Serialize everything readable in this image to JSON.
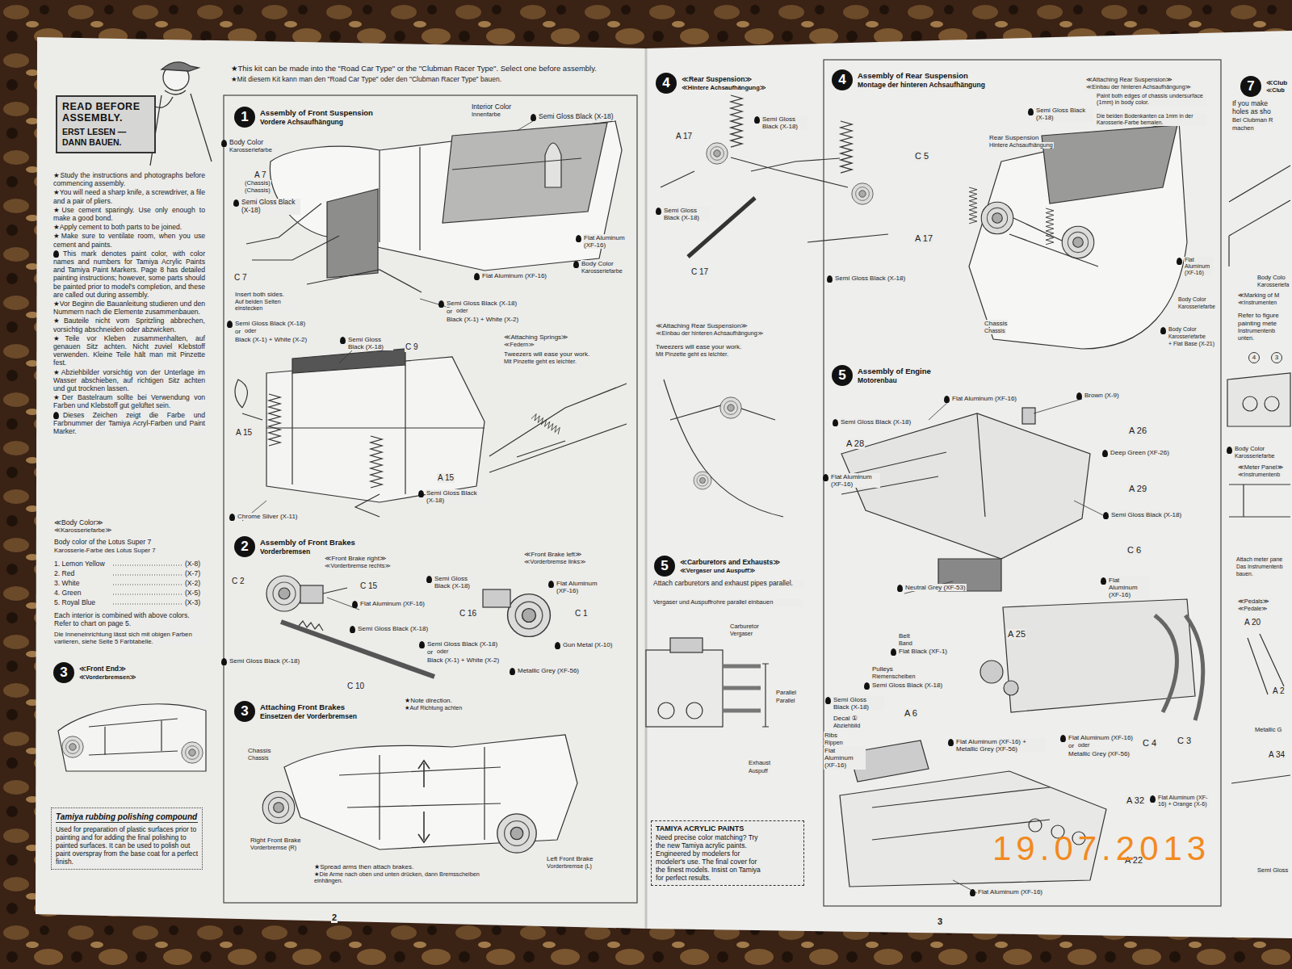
{
  "diagram": {
    "nodes": [
      {
        "text": [
          "READ BEFORE ASSEMBLY.",
          "ERST LESEN — DANN BAUEN."
        ]
      },
      {
        "text": [
          "3",
          "≪Front End≫",
          "≪Vorderbremsen≫"
        ]
      },
      {
        "text": [
          "Tamiya rubbing polishing compound",
          "Used for preparation of plastic surfaces prior to painting and for adding the final polishing to painted surfaces. It can be used to polish out paint overspray from the base coat for a perfect finish."
        ]
      },
      {
        "text": [
          "1",
          "Assembly of Front Suspension",
          "Vordere Achsaufhängung"
        ]
      },
      {
        "text": [
          "2",
          "Assembly of Front Brakes",
          "Vorderbremsen"
        ]
      },
      {
        "text": [
          "3",
          "Attaching Front Brakes",
          "Einsetzen der Vorderbremsen"
        ]
      },
      {
        "text": [
          "4",
          "≪Rear Suspension≫",
          "≪Hintere Achsaufhängung≫"
        ]
      },
      {
        "text": [
          "5",
          "≪Carburetors and Exhausts≫",
          "≪Vergaser und Auspuff≫"
        ]
      },
      {
        "text": [
          "TAMIYA ACRYLIC PAINTS",
          "Need precise color matching? Try the new Tamiya acrylic paints. Engineered by modelers for modeler's use. The final cover for the finest models. Insist on Tamiya for perfect results."
        ]
      },
      {
        "text": [
          "4",
          "Assembly of Rear Suspension",
          "Montage der hinteren Achsaufhängung"
        ]
      },
      {
        "text": [
          "5",
          "Assembly of Engine",
          "Motorenbau"
        ]
      },
      {
        "text": [
          "7",
          "≪Club",
          "≪Club"
        ]
      }
    ],
    "labels": [
      "★This kit can be made into the \"Road Car Type\" or the \"Clubman Racer Type\". Select one before assembly.",
      "★Mit diesem Kit kann man den \"Road Car Type\" oder den \"Clubman Racer Type\" bauen.",
      "★Study the instructions and photographs before commencing assembly.",
      "★You will need a sharp knife, a screwdriver, a file and a pair of pliers.",
      "★Use cement sparingly. Use only enough to make a good bond.",
      "★Apply cement to both parts to be joined.",
      "★Make sure to ventilate room, when you use cement and paints.",
      "This mark denotes paint color, with color names and numbers for Tamiya Acrylic Paints and Tamiya Paint Markers. Page 8 has detailed painting instructions; however, some parts should be painted prior to model's completion, and these are called out during assembly.",
      "★Vor Beginn die Bauanleitung studieren und den Nummern nach die Elemente zusammenbauen.",
      "★Bauteile nicht vom Spritzling abbrechen, vorsichtig abschneiden oder abzwicken.",
      "★Teile vor Kleben zusammenhalten, auf genauen Sitz achten. Nicht zuviel Klebstoff verwenden. Kleine Teile hält man mit Pinzette fest.",
      "★Abziehbilder vorsichtig von der Unterlage im Wasser abschieben, auf richtigen Sitz achten und gut trocknen lassen.",
      "★Der Bastelraum sollte bei Verwendung von Farben und Klebstoff gut gelüftet sein.",
      "Dieses Zeichen zeigt die Farbe und Farbnummer der Tamiya Acryl-Farben und Paint Marker.",
      "≪Body Color≫",
      "≪Karosseriefarbe≫",
      "Body color of the Lotus Super 7",
      "Karosserie-Farbe des Lotus Super 7",
      "1. Lemon Yellow",
      "(X-8)",
      "2. Red",
      "(X-7)",
      "3. White",
      "(X-2)",
      "4. Green",
      "(X-5)",
      "5. Royal Blue",
      "(X-3)",
      "Each interior is combined with above colors. Refer to chart on page 5.",
      "Die Inneneinrichtung lässt sich mit obigen Farben variieren, siehe Seite 5 Farbtabelle.",
      "Interior Color",
      "Innenfarbe",
      "Semi Gloss Black (X-18)",
      "Body Color",
      "Karosseriefarbe",
      "A 7",
      "(Chassis)",
      "(Chassis)",
      "Semi Gloss Black (X-18)",
      "C 7",
      "Insert both sides.",
      "Auf beiden Seiten einstecken",
      "Semi Gloss Black (X-18)",
      "or",
      "oder",
      "Black (X-1) + White (X-2)",
      "Flat Aluminum (XF-16)",
      "Body Color",
      "Karosseriefarbe",
      "Flat Aluminum (XF-16)",
      "Semi Gloss Black (X-18)",
      "or",
      "oder",
      "Black (X-1) + White (X-2)",
      "Semi Gloss Black (X-18)",
      "C 9",
      "≪Attaching Springs≫",
      "≪Federn≫",
      "Tweezers will ease your work.",
      "Mit Pinzette geht es leichter.",
      "A 15",
      "A 15",
      "Semi Gloss Black (X-18)",
      "Chrome Silver (X-11)",
      "≪Front Brake right≫",
      "≪Vorderbremse rechts≫",
      "≪Front Brake left≫",
      "≪Vorderbremse links≫",
      "C 2",
      "C 15",
      "Semi Gloss Black (X-18)",
      "Flat Aluminum (XF-16)",
      "Flat Aluminum (XF-16)",
      "C 16",
      "C 1",
      "Semi Gloss Black (X-18)",
      "Gun Metal (X-10)",
      "Semi Gloss Black (X-18)",
      "or",
      "oder",
      "Black (X-1) + White (X-2)",
      "Semi Gloss Black (X-18)",
      "Metallic Grey (XF-56)",
      "C 10",
      "★Note direction.",
      "★Auf Richtung achten",
      "Chassis",
      "Chassis",
      "Right Front Brake",
      "Vorderbremse (R)",
      "Left Front Brake",
      "Vorderbremse (L)",
      "★Spread arms then attach brakes.",
      "★Die Arme nach oben und unten drücken, dann Bremsscheiben einhängen.",
      "2",
      "A 17",
      "Semi Gloss Black (X-18)",
      "C 5",
      "Semi Gloss Black (X-18)",
      "A 17",
      "C 17",
      "Semi Gloss Black (X-18)",
      "≪Attaching Rear Suspension≫",
      "≪Einbau der hinteren Achsaufhängung≫",
      "Tweezers will ease your work.",
      "Mit Pinzette geht es leichter.",
      "Attach carburetors and exhaust pipes parallel.",
      "Vergaser und Auspuffrohre parallel einbauen",
      "Carburetor",
      "Vergaser",
      "Parallel",
      "Parallel",
      "Exhaust",
      "Auspuff",
      "≪Attaching Rear Suspension≫",
      "≪Einbau der hinteren Achsaufhängung≫",
      "Paint both edges of chassis undersurface (1mm) in body color.",
      "Die beiden Bodenkanten ca 1mm in der Karosserie-Farbe bemalen.",
      "Semi Gloss Black (X-18)",
      "Rear Suspension",
      "Hintere Achsaufhängung",
      "Flat Aluminum (XF-16)",
      "Body Color",
      "Karosseriefarbe",
      "Body Color",
      "Karosseriefarbe",
      "+ Flat Base (X-21)",
      "Chassis",
      "Chassis",
      "Flat Aluminum (XF-16)",
      "Brown (X-9)",
      "Semi Gloss Black (X-18)",
      "A 26",
      "A 28",
      "Deep Green (XF-26)",
      "Flat Aluminum (XF-16)",
      "A 29",
      "Semi Gloss Black (X-18)",
      "C 6",
      "Neutral Grey (XF-53)",
      "Flat Aluminum (XF-16)",
      "A 25",
      "Belt",
      "Band",
      "Flat Black (XF-1)",
      "Pulleys",
      "Riemenscheiben",
      "Semi Gloss Black (X-18)",
      "Semi Gloss Black (X-18)",
      "Decal ①",
      "Abziehbild",
      "A 6",
      "Ribs",
      "Rippen",
      "Flat Aluminum (XF-16)",
      "Flat Aluminum (XF-16) + Metallic Grey (XF-56)",
      "Flat Aluminum (XF-16)",
      "or",
      "oder",
      "Metallic Grey (XF-56)",
      "C 4",
      "C 3",
      "A 32",
      "Flat Aluminum (XF-16) + Orange (X-6)",
      "A 22",
      "Flat Aluminum (XF-16)",
      "3",
      "19.07.2013",
      "If you make",
      "holes as sho",
      "Bei Clubman R",
      "machen",
      "Body Colo",
      "Karosseriefa",
      "≪Marking of M",
      "≪Instrumenten",
      "Refer to figure",
      "painting mete",
      "Instrumentenb",
      "unten.",
      "4",
      "3",
      "Body Color",
      "Karosseriefarbe",
      "≪Meter Panel≫",
      "≪Instrumentenb",
      "Attach meter pane",
      "Das Instrumentenb",
      "bauen.",
      "≪Pedals≫",
      "≪Pedale≫",
      "A 20",
      "A 2",
      "Metallic G",
      "A 34",
      "Semi Gloss"
    ]
  }
}
